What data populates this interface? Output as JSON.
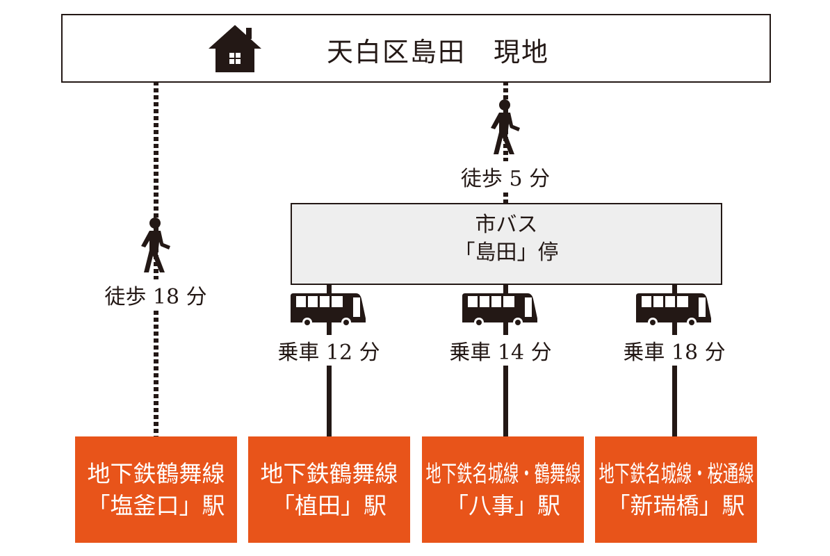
{
  "destination": {
    "title": "天白区島田　現地",
    "icon": "house-icon"
  },
  "walk_routes": [
    {
      "label": "徒歩 18 分",
      "icon": "walking-person-icon"
    },
    {
      "label": "徒歩 5 分",
      "icon": "walking-person-icon"
    }
  ],
  "bus_stop": {
    "line1": "市バス",
    "line2": "「島田」停"
  },
  "bus_routes": [
    {
      "label": "乗車 12 分",
      "icon": "bus-icon"
    },
    {
      "label": "乗車 14 分",
      "icon": "bus-icon"
    },
    {
      "label": "乗車 18 分",
      "icon": "bus-icon"
    }
  ],
  "stations": [
    {
      "line": "地下鉄鶴舞線",
      "name": "「塩釜口」駅"
    },
    {
      "line": "地下鉄鶴舞線",
      "name": "「植田」駅"
    },
    {
      "line": "地下鉄名城線・鶴舞線",
      "name": "「八事」駅"
    },
    {
      "line": "地下鉄名城線・桜通線",
      "name": "「新瑞橋」駅"
    }
  ],
  "colors": {
    "station": "#e8541a",
    "ink": "#231815",
    "bus_stop_fill": "#eeeeee"
  }
}
